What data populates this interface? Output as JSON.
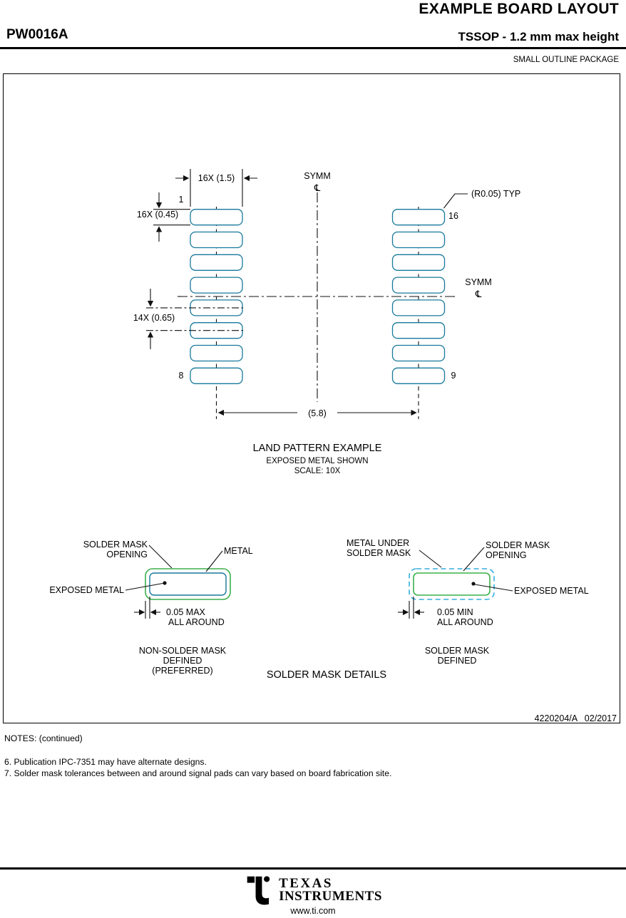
{
  "header": {
    "doc_title": "EXAMPLE BOARD LAYOUT",
    "part_number": "PW0016A",
    "package_desc": "TSSOP - 1.2 mm max height",
    "package_family": "SMALL OUTLINE PACKAGE"
  },
  "land_pattern": {
    "dim_pad_length": "16X (1.5)",
    "dim_pad_width": "16X (0.45)",
    "dim_pitch": "14X (0.65)",
    "dim_row_span": "(5.8)",
    "radius_note": "(R0.05) TYP",
    "symm_top": "SYMM",
    "symm_right": "SYMM",
    "centerline_symbol": "℄",
    "pin_1": "1",
    "pin_8": "8",
    "pin_9": "9",
    "pin_16": "16",
    "title": "LAND PATTERN EXAMPLE",
    "subtitle_1": "EXPOSED METAL SHOWN",
    "subtitle_2": "SCALE: 10X"
  },
  "mask_details": {
    "section_title": "SOLDER MASK DETAILS",
    "nsmd": {
      "opening_label_1": "SOLDER MASK",
      "opening_label_2": "OPENING",
      "metal_label": "METAL",
      "exposed_label": "EXPOSED METAL",
      "dim_1": "0.05 MAX",
      "dim_2": "ALL AROUND",
      "caption_1": "NON-SOLDER MASK",
      "caption_2": "DEFINED",
      "caption_3": "(PREFERRED)"
    },
    "smd": {
      "metal_label_1": "METAL UNDER",
      "metal_label_2": "SOLDER MASK",
      "opening_label_1": "SOLDER MASK",
      "opening_label_2": "OPENING",
      "exposed_label": "EXPOSED METAL",
      "dim_1": "0.05 MIN",
      "dim_2": "ALL AROUND",
      "caption_1": "SOLDER MASK",
      "caption_2": "DEFINED"
    }
  },
  "title_block": {
    "doc_id": "4220204/A   02/2017"
  },
  "notes": {
    "heading": "NOTES: (continued)",
    "items": [
      "6. Publication IPC-7351 may have alternate designs.",
      "7. Solder mask tolerances between and around signal pads can vary based on board fabrication site."
    ]
  },
  "footer": {
    "brand_1": "TEXAS",
    "brand_2": "INSTRUMENTS",
    "website": "www.ti.com"
  },
  "colors": {
    "metal": "#18799C",
    "mask_open": "#3CB04C",
    "metal_under": "#35AEDE",
    "line": "#111111"
  }
}
